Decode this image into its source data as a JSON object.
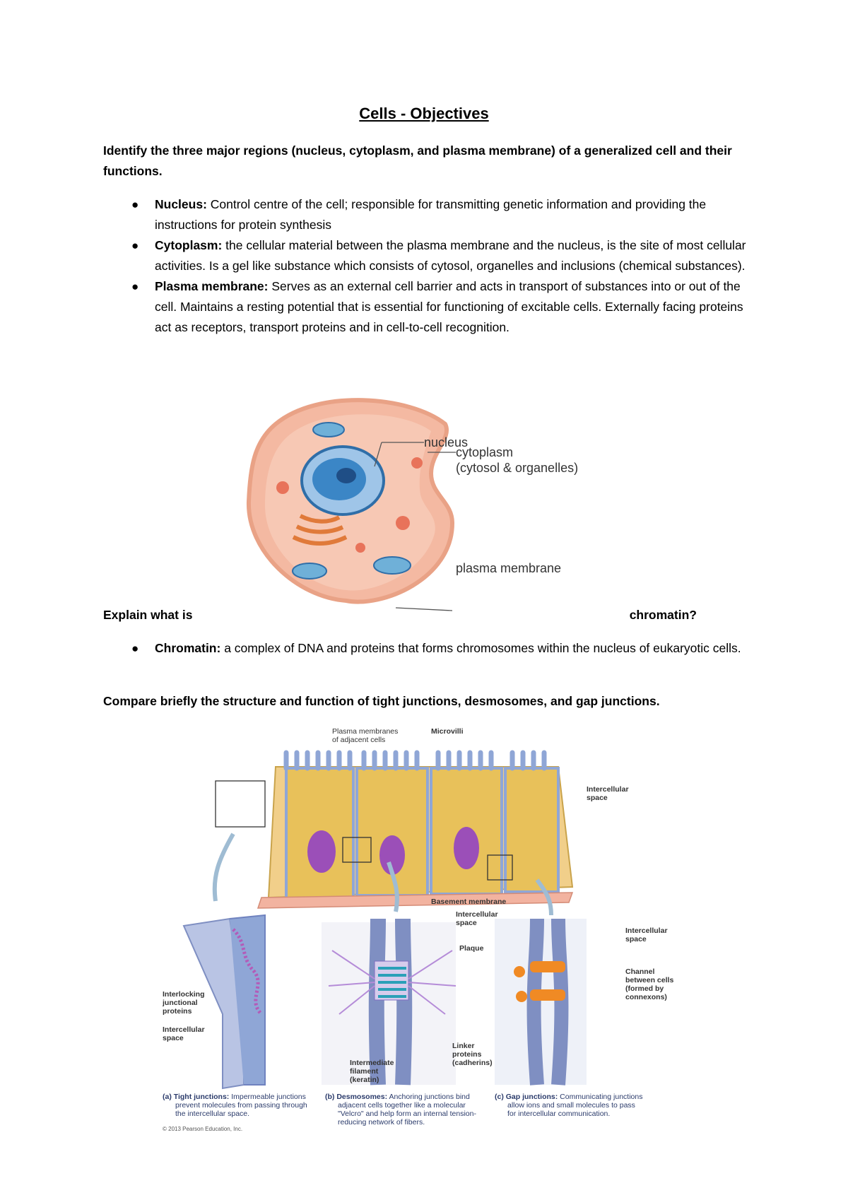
{
  "title": "Cells - Objectives",
  "objective1": "Identify the three major regions (nucleus, cytoplasm, and plasma membrane) of a generalized cell and their functions.",
  "regions": [
    {
      "term": "Nucleus:",
      "text": " Control centre of the cell; responsible for transmitting genetic information and providing the instructions for protein synthesis"
    },
    {
      "term": "Cytoplasm:",
      "text": " the cellular material between the plasma membrane and the nucleus, is the site of most cellular activities. Is a gel like substance which consists of cytosol, organelles and inclusions (chemical substances)."
    },
    {
      "term": "Plasma membrane:",
      "text": " Serves as an external cell barrier and acts in transport of substances into or out of the cell. Maintains a resting potential that is essential for functioning of excitable cells. Externally facing proteins act as receptors, transport proteins and in cell-to-cell recognition."
    }
  ],
  "cell_figure": {
    "nucleus": "nucleus",
    "cytoplasm": "cytoplasm",
    "cytoplasm_sub": "(cytosol & organelles)",
    "plasma_membrane": "plasma membrane"
  },
  "objective2_left": "Explain what is",
  "objective2_right": "chromatin?",
  "chromatin": {
    "term": "Chromatin:",
    "text": " a complex of DNA and proteins that forms chromosomes within the nucleus of eukaryotic cells."
  },
  "objective3": "Compare briefly the structure and function of tight junctions, desmosomes, and gap junctions.",
  "junction_figure": {
    "plasma_membranes": [
      "Plasma membranes",
      "of adjacent cells"
    ],
    "microvilli": "Microvilli",
    "intercellular_space_top": [
      "Intercellular",
      "space"
    ],
    "basement_membrane": "Basement membrane",
    "interlocking": [
      "Interlocking",
      "junctional",
      "proteins"
    ],
    "intercellular_space_a": [
      "Intercellular",
      "space"
    ],
    "intercellular_space_b": [
      "Intercellular",
      "space"
    ],
    "plaque": "Plaque",
    "linker": [
      "Linker",
      "proteins",
      "(cadherins)"
    ],
    "intermediate": [
      "Intermediate",
      "filament",
      "(keratin)"
    ],
    "intercellular_space_c": [
      "Intercellular",
      "space"
    ],
    "channel": [
      "Channel",
      "between cells",
      "(formed by",
      "connexons)"
    ],
    "caption_a": {
      "label": "(a) Tight junctions:",
      "lines": [
        " Impermeable junctions",
        "prevent molecules from passing through",
        "the intercellular space."
      ]
    },
    "caption_b": {
      "label": "(b) Desmosomes:",
      "lines": [
        " Anchoring junctions bind",
        "adjacent cells together like a molecular",
        "\"Velcro\" and help form an internal tension-",
        "reducing network of fibers."
      ]
    },
    "caption_c": {
      "label": "(c) Gap junctions:",
      "lines": [
        " Communicating junctions",
        "allow ions and small molecules to pass",
        "for intercellular communication."
      ]
    },
    "copyright": "© 2013 Pearson Education, Inc."
  },
  "colors": {
    "cell_fill": "#f4b9a2",
    "nucleus_blue": "#3b86c6",
    "junction_orange": "#f08a24",
    "cell_yellow": "#e8c15a",
    "membrane_blue": "#8fa6d6"
  }
}
